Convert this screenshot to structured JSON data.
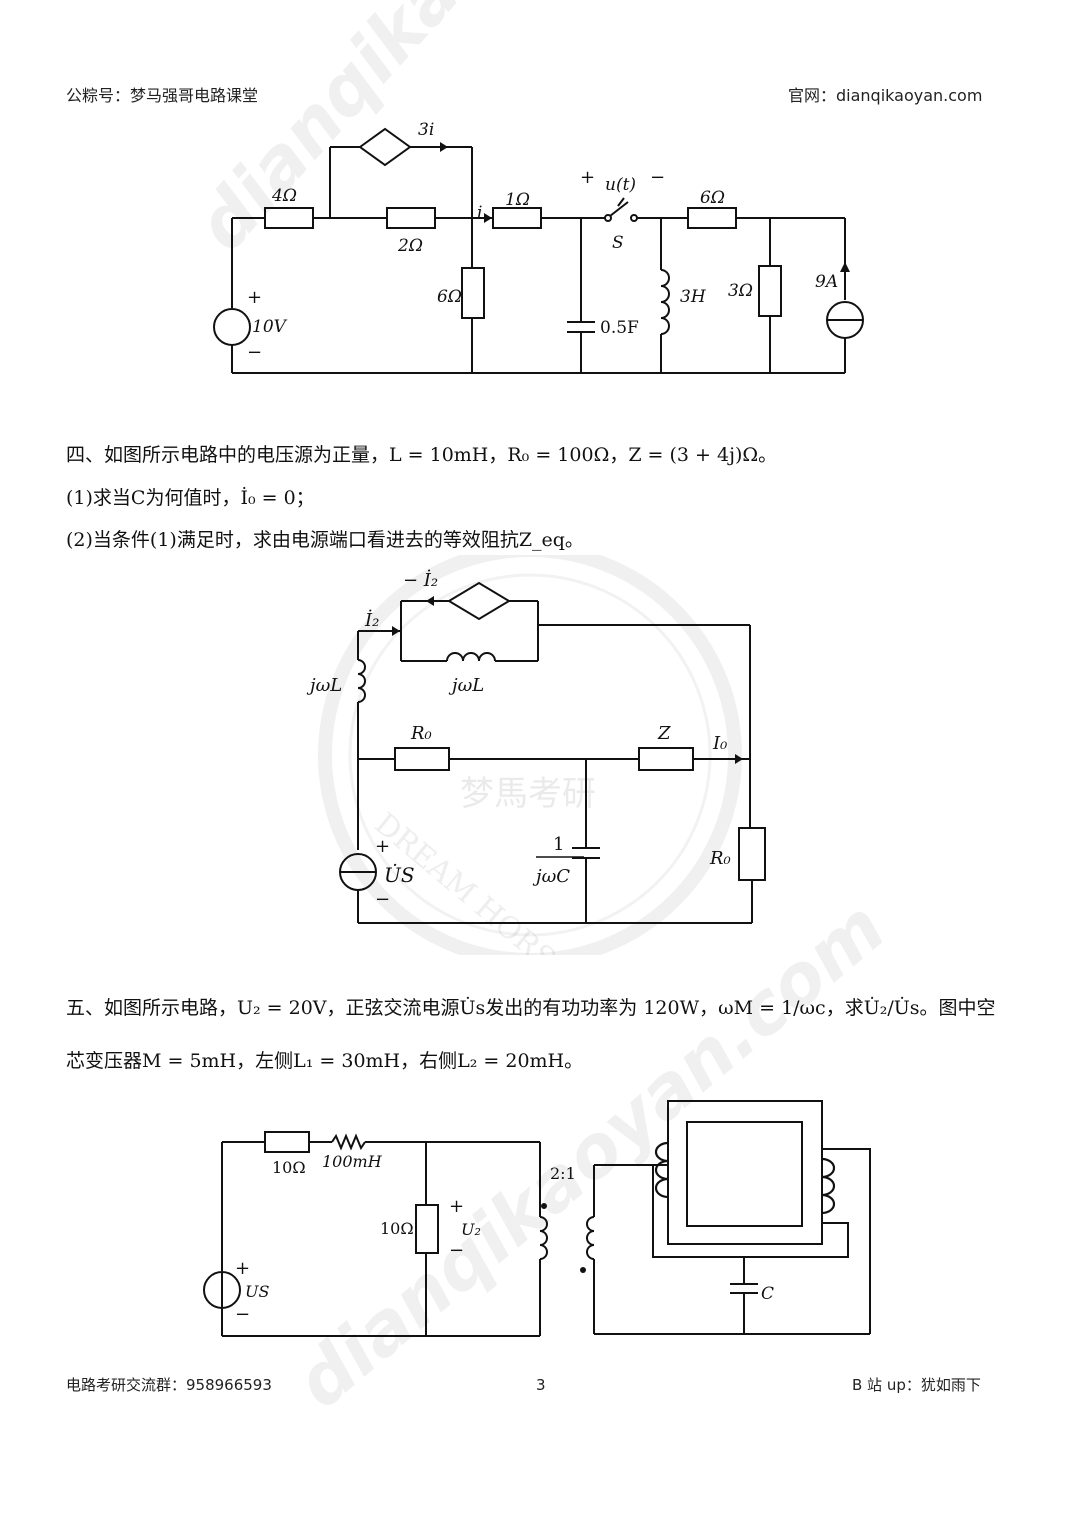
{
  "header": {
    "left": "公粽号：梦马强哥电路课堂",
    "right": "官网：dianqikaoyan.com"
  },
  "watermark": {
    "site": "dianqikaoyan.com",
    "seal_text": "梦馬考研",
    "seal_ring": "DREAM HORSE"
  },
  "circuit1": {
    "r4": "4Ω",
    "dep_source": "3i",
    "r2": "2Ω",
    "current_i": "i",
    "r1": "1Ω",
    "r6": "6Ω",
    "v10": "10V",
    "plus": "+",
    "minus": "−",
    "ut": "u(t)",
    "switch": "S",
    "cap": "0.5F",
    "ind": "3H",
    "r6b": "6Ω",
    "r3": "3Ω",
    "i9": "9A"
  },
  "problem4": {
    "line1": "四、如图所示电路中的电压源为正量，L = 10mH，R₀ = 100Ω，Z = (3 + 4j)Ω。",
    "line2": "(1)求当C为何值时，İ₀ = 0；",
    "line3": "(2)当条件(1)满足时，求由电源端口看进去的等效阻抗Z_eq。"
  },
  "circuit2": {
    "neg_i2": "− İ₂",
    "i2": "İ₂",
    "jwl_left": "jωL",
    "jwl_mid": "jωL",
    "r0_top": "R₀",
    "z": "Z",
    "i0": "I₀",
    "cap_num": "1",
    "cap_den": "jωC",
    "r0_right": "R₀",
    "us": "U̇S",
    "plus": "+",
    "minus": "−"
  },
  "problem5": {
    "line1": "五、如图所示电路，U₂ = 20V，正弦交流电源U̇s发出的有功功率为 120W，ωM = 1/ωc，求U̇₂/U̇s。图中空",
    "line2": "芯变压器M = 5mH，左侧L₁ = 30mH，右侧L₂ = 20mH。"
  },
  "circuit3": {
    "r10a": "10Ω",
    "l100": "100mH",
    "r10b": "10Ω",
    "u2": "U₂",
    "ratio": "2:1",
    "us": "US",
    "plus": "+",
    "minus": "−",
    "cap": "C"
  },
  "footer": {
    "left": "电路考研交流群：958966593",
    "page": "3",
    "right": "B 站 up：犹如雨下"
  }
}
